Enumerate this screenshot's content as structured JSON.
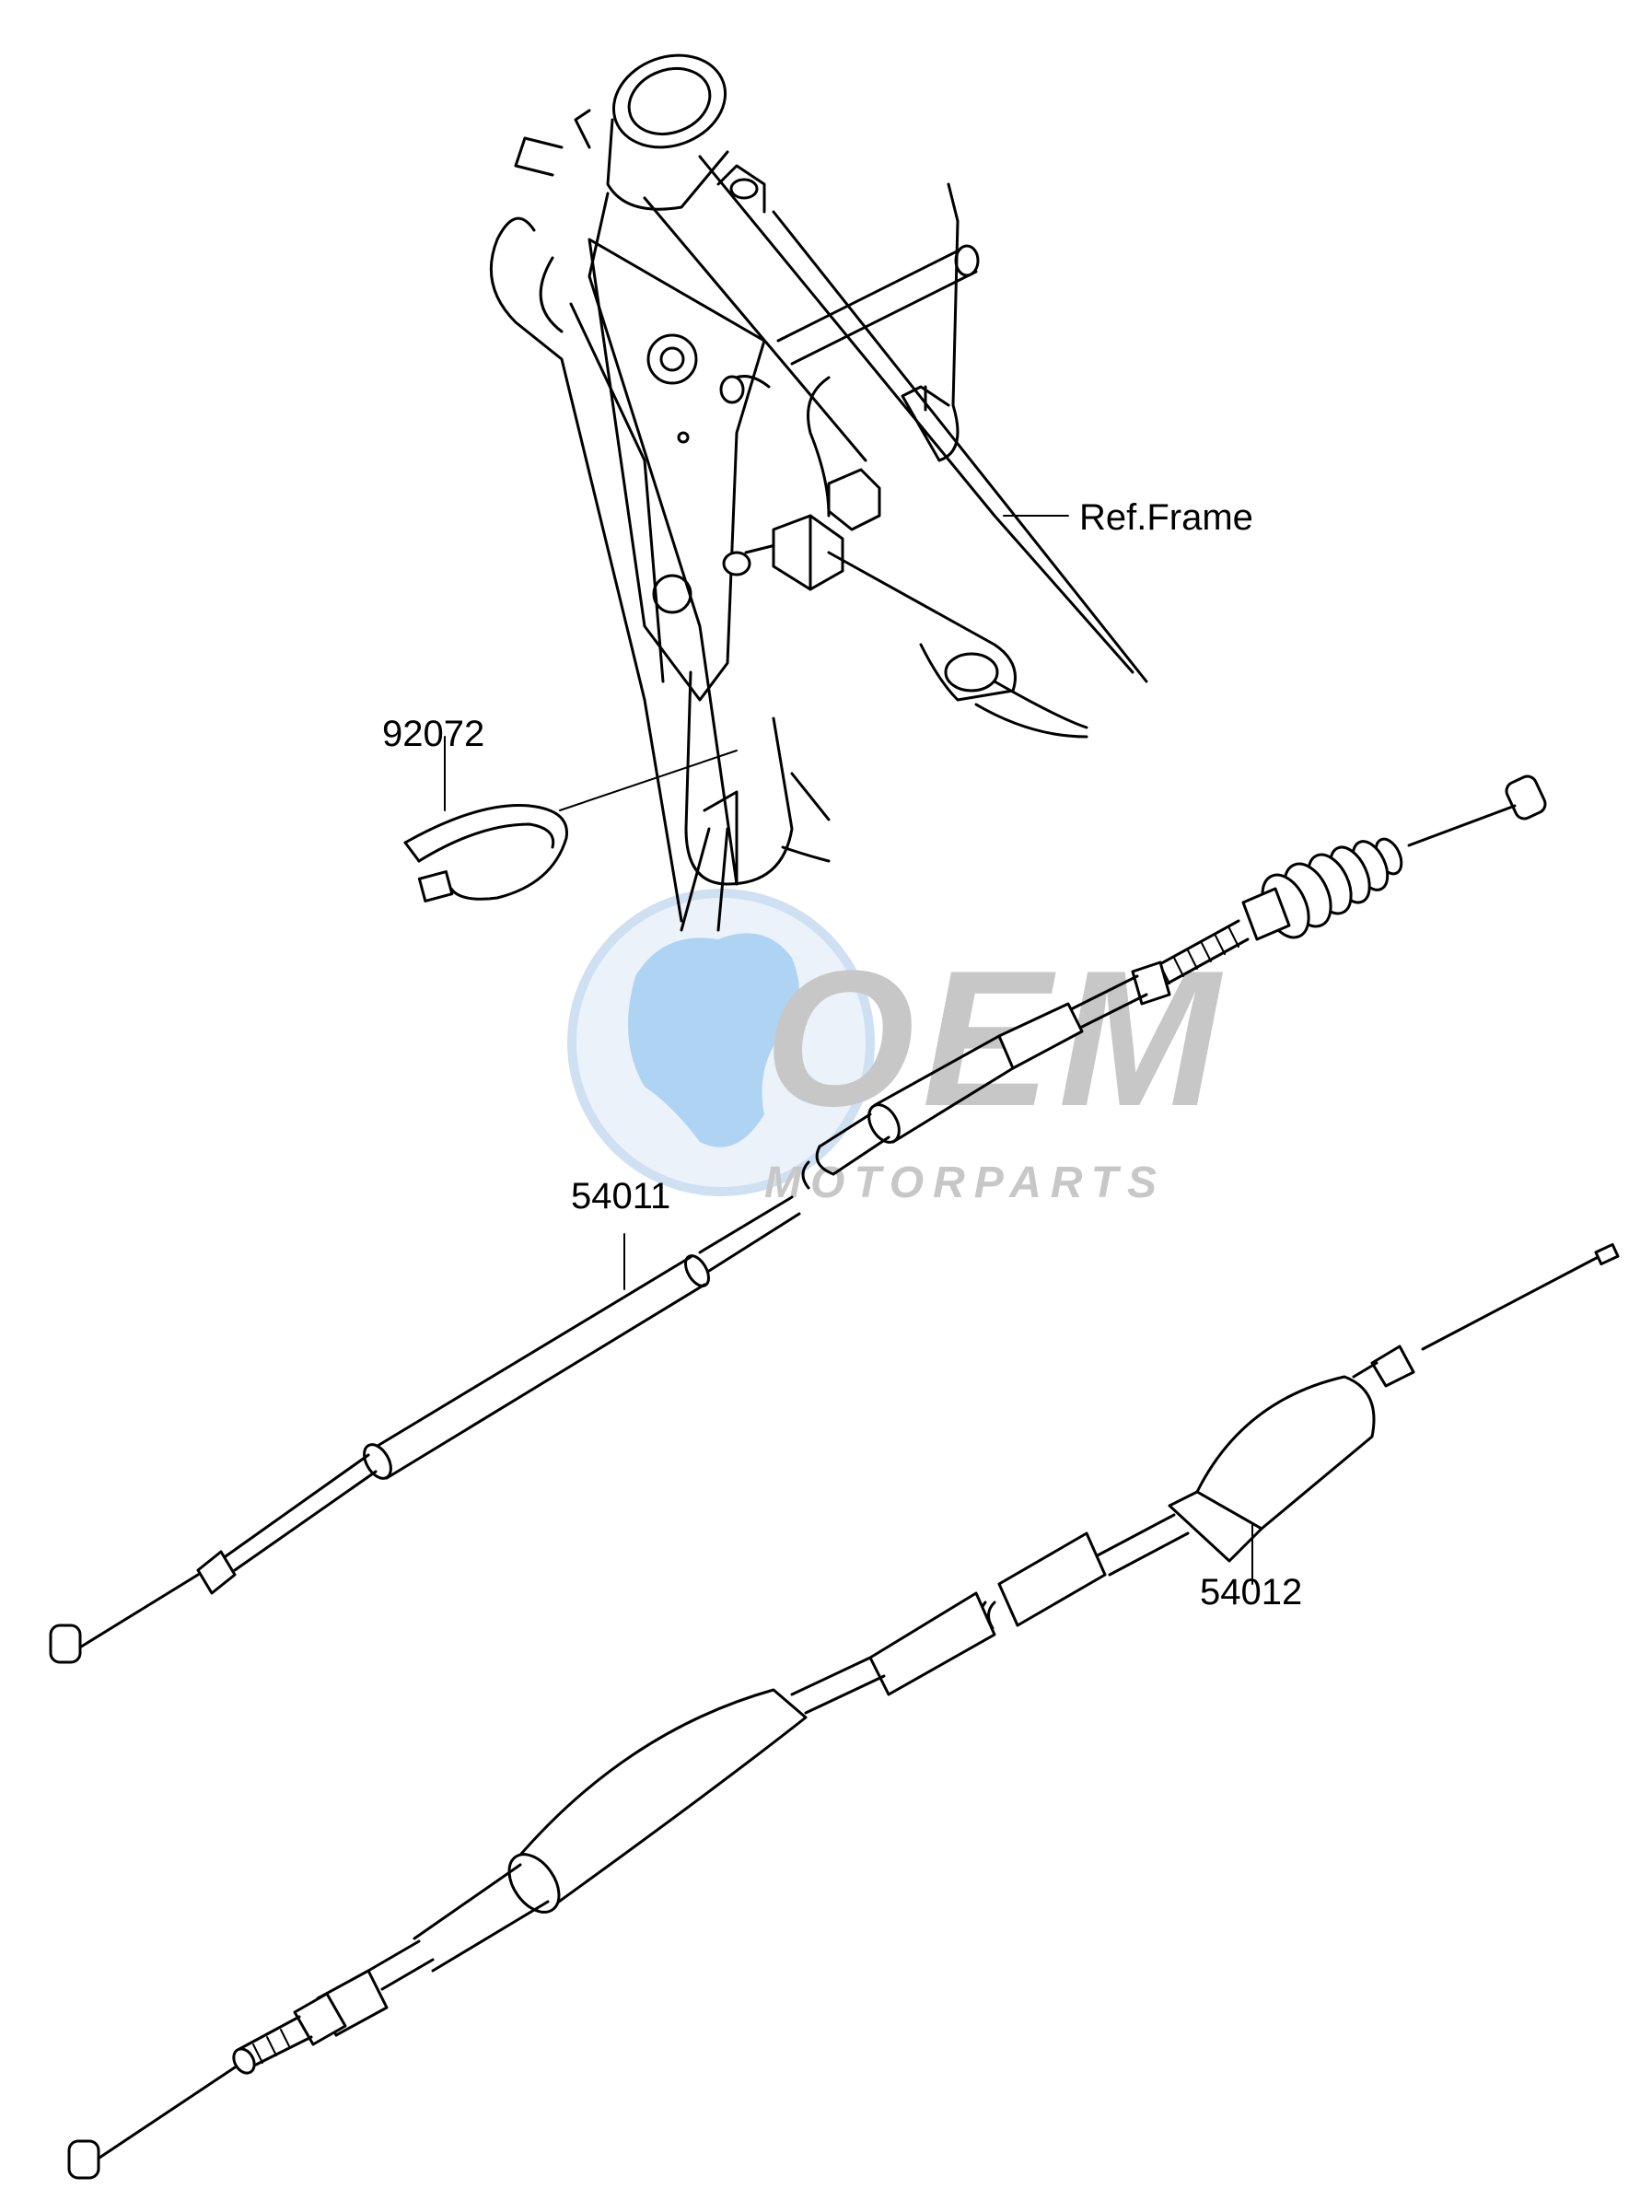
{
  "labels": {
    "ref_frame": "Ref.Frame",
    "band": "92072",
    "cable_upper": "54011",
    "cable_lower": "54012"
  },
  "watermark": {
    "brand": "OEM",
    "sub": "MOTORPARTS"
  },
  "colors": {
    "line": "#000000",
    "background": "#ffffff",
    "watermark_gray": "#a9a9a9",
    "watermark_blue": "#5aa3e0",
    "watermark_globe_light": "#c7def4"
  }
}
